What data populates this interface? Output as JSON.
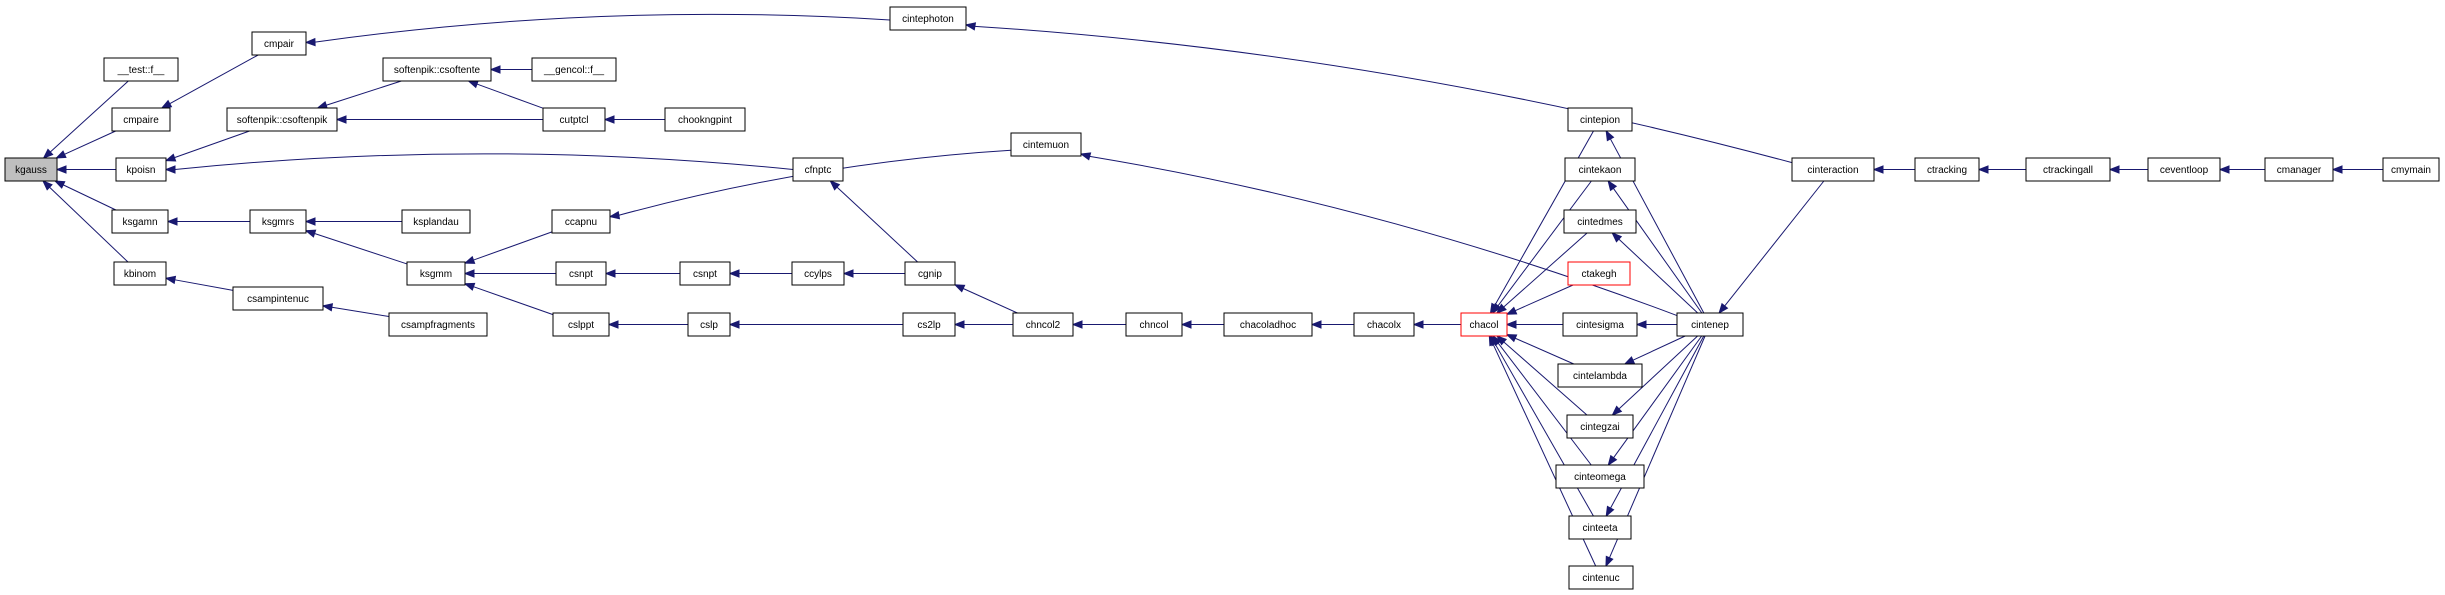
{
  "diagram": {
    "title": "",
    "colors": {
      "edge": "#191970",
      "node_border": "#000000",
      "node_fill": "#ffffff",
      "highlight_fill": "#bfbfbf",
      "highlight_border": "#ff0000"
    },
    "nodes": [
      {
        "id": "kgauss",
        "label": "kgauss",
        "style": "highlight"
      },
      {
        "id": "test",
        "label": "__test::f__"
      },
      {
        "id": "cmpaire",
        "label": "cmpaire"
      },
      {
        "id": "kpoisn",
        "label": "kpoisn"
      },
      {
        "id": "ksgamn",
        "label": "ksgamn"
      },
      {
        "id": "kbinom",
        "label": "kbinom"
      },
      {
        "id": "cmpair",
        "label": "cmpair"
      },
      {
        "id": "softenpik_csoftenpik",
        "label": "softenpik::csoftenpik"
      },
      {
        "id": "softenpik_csoftente",
        "label": "softenpik::csoftente"
      },
      {
        "id": "gencol",
        "label": "__gencol::f__"
      },
      {
        "id": "cutptcl",
        "label": "cutptcl"
      },
      {
        "id": "chookngpint",
        "label": "chookngpint"
      },
      {
        "id": "cintephoton",
        "label": "cintephoton"
      },
      {
        "id": "cfnptc",
        "label": "cfnptc"
      },
      {
        "id": "cintemuon",
        "label": "cintemuon"
      },
      {
        "id": "ksgmrs",
        "label": "ksgmrs"
      },
      {
        "id": "ksplandau",
        "label": "ksplandau"
      },
      {
        "id": "ksgmm",
        "label": "ksgmm"
      },
      {
        "id": "csampintenuc",
        "label": "csampintenuc"
      },
      {
        "id": "csampfragments",
        "label": "csampfragments"
      },
      {
        "id": "ccapnu",
        "label": "ccapnu"
      },
      {
        "id": "csnpt",
        "label": "csnpt"
      },
      {
        "id": "csnpt2",
        "label": "csnpt"
      },
      {
        "id": "ccylps",
        "label": "ccylps"
      },
      {
        "id": "cgnip",
        "label": "cgnip"
      },
      {
        "id": "cslppt",
        "label": "cslppt"
      },
      {
        "id": "cslp",
        "label": "cslp"
      },
      {
        "id": "cs2lp",
        "label": "cs2lp"
      },
      {
        "id": "chncol2",
        "label": "chncol2"
      },
      {
        "id": "chncol",
        "label": "chncol"
      },
      {
        "id": "chacoladhoc",
        "label": "chacoladhoc"
      },
      {
        "id": "chacolx",
        "label": "chacolx"
      },
      {
        "id": "chacol",
        "label": "chacol",
        "style": "red"
      },
      {
        "id": "cintepion",
        "label": "cintepion"
      },
      {
        "id": "cintekaon",
        "label": "cintekaon"
      },
      {
        "id": "cintedmes",
        "label": "cintedmes"
      },
      {
        "id": "ctakegh",
        "label": "ctakegh",
        "style": "red"
      },
      {
        "id": "cintesigma",
        "label": "cintesigma"
      },
      {
        "id": "cintelambda",
        "label": "cintelambda"
      },
      {
        "id": "cintegzai",
        "label": "cintegzai"
      },
      {
        "id": "cinteбomega",
        "label": "cinteomega"
      },
      {
        "id": "cinteeta",
        "label": "cinteeta"
      },
      {
        "id": "cintenuc",
        "label": "cintenuc"
      },
      {
        "id": "cintenep",
        "label": "cintenep"
      },
      {
        "id": "cinteraction",
        "label": "cinteraction"
      },
      {
        "id": "ctracking",
        "label": "ctracking"
      },
      {
        "id": "ctrackingall",
        "label": "ctrackingall"
      },
      {
        "id": "ceventloop",
        "label": "ceventloop"
      },
      {
        "id": "cmanager",
        "label": "cmanager"
      },
      {
        "id": "cmymain",
        "label": "cmymain"
      }
    ],
    "edges": [
      [
        "test",
        "kgauss"
      ],
      [
        "cmpaire",
        "kgauss"
      ],
      [
        "kpoisn",
        "kgauss"
      ],
      [
        "ksgamn",
        "kgauss"
      ],
      [
        "kbinom",
        "kgauss"
      ],
      [
        "cmpair",
        "cmpaire"
      ],
      [
        "cintephoton",
        "cmpair"
      ],
      [
        "softenpik_csoftenpik",
        "kpoisn"
      ],
      [
        "cfnptc",
        "kpoisn"
      ],
      [
        "softenpik_csoftente",
        "softenpik_csoftenpik"
      ],
      [
        "cutptcl",
        "softenpik_csoftenpik"
      ],
      [
        "gencol",
        "softenpik_csoftente"
      ],
      [
        "cutptcl",
        "softenpik_csoftente"
      ],
      [
        "chookngpint",
        "cutptcl"
      ],
      [
        "ksgmrs",
        "ksgamn"
      ],
      [
        "ksplandau",
        "ksgmrs"
      ],
      [
        "ksgmm",
        "ksgmrs"
      ],
      [
        "csampintenuc",
        "kbinom"
      ],
      [
        "csampfragments",
        "csampintenuc"
      ],
      [
        "ccapnu",
        "ksgmm"
      ],
      [
        "csnpt",
        "ksgmm"
      ],
      [
        "cslppt",
        "ksgmm"
      ],
      [
        "cintemuon",
        "ccapnu"
      ],
      [
        "csnpt2",
        "csnpt"
      ],
      [
        "ccylps",
        "csnpt2"
      ],
      [
        "cgnip",
        "ccylps"
      ],
      [
        "chncol2",
        "cgnip"
      ],
      [
        "cslp",
        "cslppt"
      ],
      [
        "cs2lp",
        "cslp"
      ],
      [
        "chncol2",
        "cs2lp"
      ],
      [
        "cgnip",
        "cfnptc"
      ],
      [
        "chncol",
        "chncol2"
      ],
      [
        "chacoladhoc",
        "chncol"
      ],
      [
        "chacolx",
        "chacoladhoc"
      ],
      [
        "chacol",
        "chacolx"
      ],
      [
        "cintepion",
        "chacol"
      ],
      [
        "cintekaon",
        "chacol"
      ],
      [
        "cintedmes",
        "chacol"
      ],
      [
        "ctakegh",
        "chacol"
      ],
      [
        "cintesigma",
        "chacol"
      ],
      [
        "cintelambda",
        "chacol"
      ],
      [
        "cintegzai",
        "chacol"
      ],
      [
        "cinteбomega",
        "chacol"
      ],
      [
        "cinteeta",
        "chacol"
      ],
      [
        "cintenuc",
        "chacol"
      ],
      [
        "cintenep",
        "chacol"
      ],
      [
        "cintenep",
        "cintepion"
      ],
      [
        "cintenep",
        "cintekaon"
      ],
      [
        "cintenep",
        "cintedmes"
      ],
      [
        "cintenep",
        "cintesigma"
      ],
      [
        "cintenep",
        "cintelambda"
      ],
      [
        "cintenep",
        "cintegzai"
      ],
      [
        "cintenep",
        "cinteбomega"
      ],
      [
        "cintenep",
        "cinteeta"
      ],
      [
        "cintenep",
        "cintenuc"
      ],
      [
        "cintenep",
        "cintemuon"
      ],
      [
        "cinteraction",
        "cintenep"
      ],
      [
        "cinteraction",
        "cintephoton"
      ],
      [
        "ctracking",
        "cinteraction"
      ],
      [
        "ctrackingall",
        "ctracking"
      ],
      [
        "ceventloop",
        "ctrackingall"
      ],
      [
        "cmanager",
        "ceventloop"
      ],
      [
        "cmymain",
        "cmanager"
      ]
    ]
  }
}
